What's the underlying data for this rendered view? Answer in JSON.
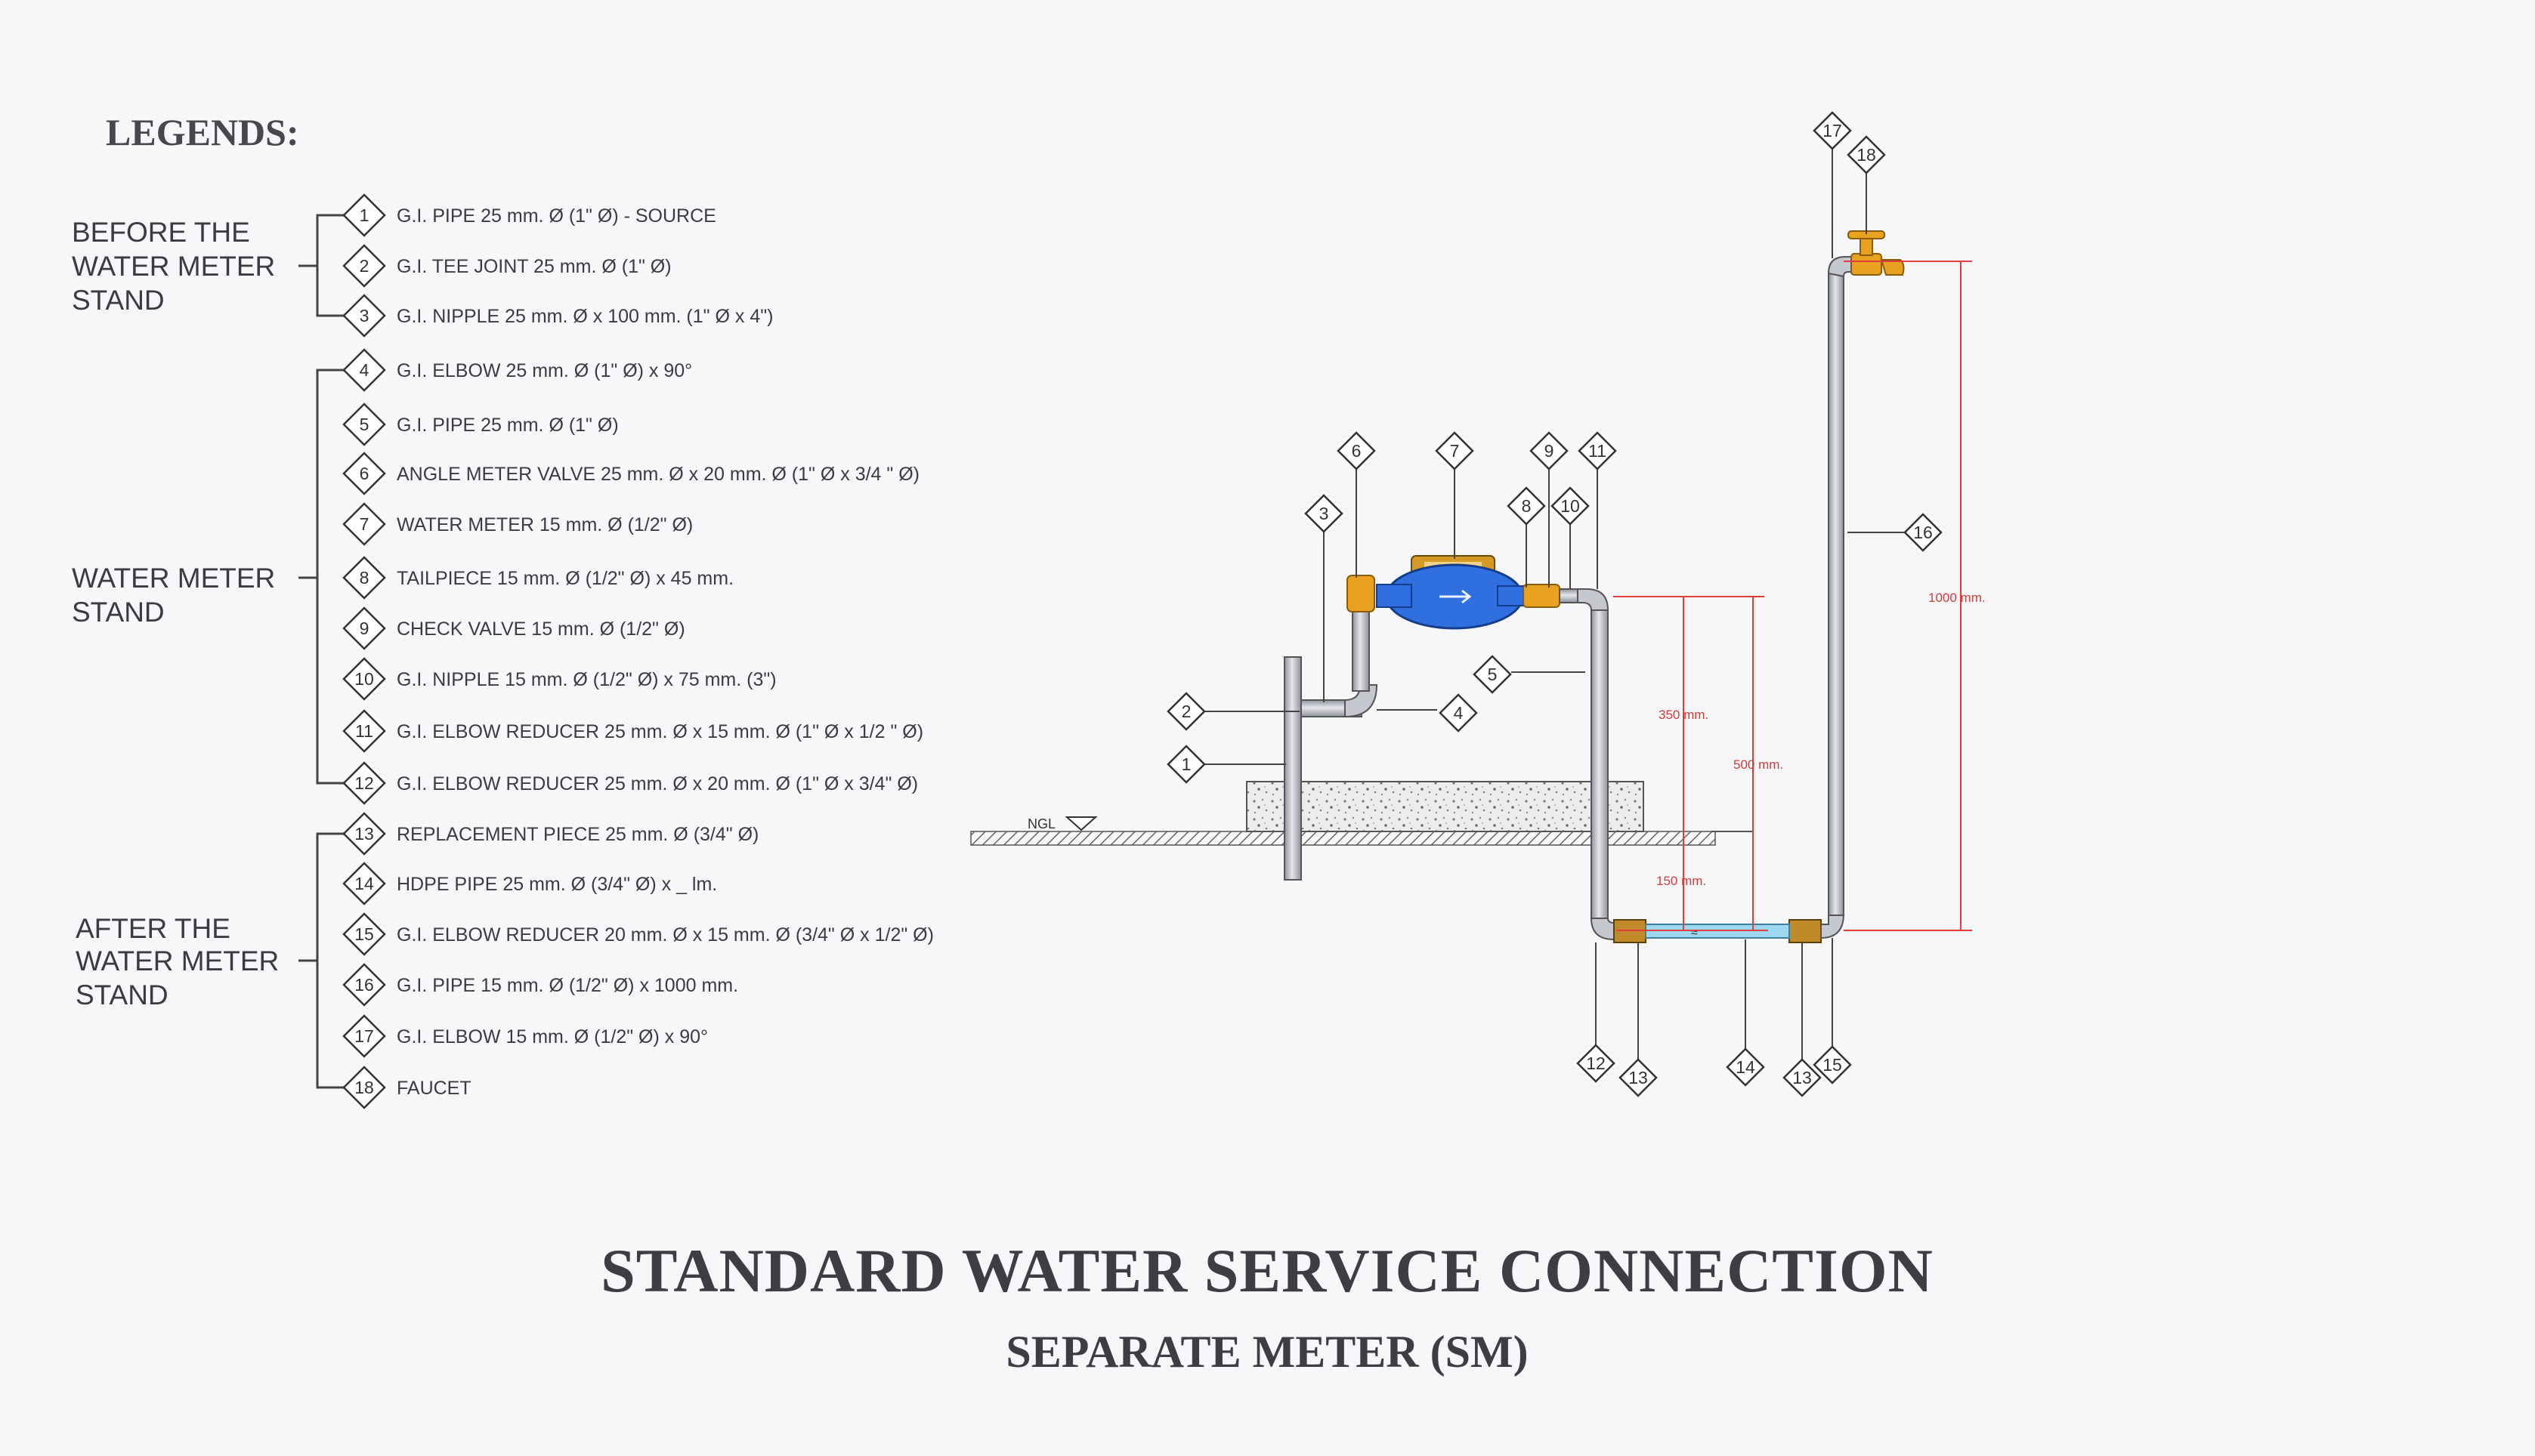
{
  "legend_title": "LEGENDS:",
  "groups": [
    {
      "label_lines": [
        "BEFORE THE",
        "WATER METER",
        "STAND"
      ]
    },
    {
      "label_lines": [
        "WATER METER",
        "STAND"
      ]
    },
    {
      "label_lines": [
        "AFTER THE",
        "WATER METER",
        "STAND"
      ]
    }
  ],
  "items": [
    {
      "num": "1",
      "text": "G.I. PIPE 25 mm. Ø (1\" Ø) - SOURCE"
    },
    {
      "num": "2",
      "text": "G.I. TEE JOINT 25 mm. Ø (1\" Ø)"
    },
    {
      "num": "3",
      "text": "G.I. NIPPLE 25 mm. Ø x 100 mm. (1\" Ø x 4\")"
    },
    {
      "num": "4",
      "text": "G.I. ELBOW 25 mm. Ø (1\" Ø) x 90°"
    },
    {
      "num": "5",
      "text": "G.I. PIPE 25 mm. Ø (1\" Ø)"
    },
    {
      "num": "6",
      "text": "ANGLE METER VALVE 25 mm. Ø x 20 mm. Ø (1\" Ø x 3/4 \" Ø)"
    },
    {
      "num": "7",
      "text": "WATER METER 15 mm. Ø (1/2\" Ø)"
    },
    {
      "num": "8",
      "text": "TAILPIECE 15 mm. Ø (1/2\" Ø) x 45 mm."
    },
    {
      "num": "9",
      "text": "CHECK VALVE 15 mm. Ø (1/2\" Ø)"
    },
    {
      "num": "10",
      "text": "G.I. NIPPLE 15 mm. Ø (1/2\" Ø) x 75 mm. (3\")"
    },
    {
      "num": "11",
      "text": "G.I. ELBOW REDUCER 25 mm. Ø x 15 mm. Ø (1\" Ø x 1/2 \" Ø)"
    },
    {
      "num": "12",
      "text": "G.I. ELBOW REDUCER 25 mm. Ø x 20 mm. Ø (1\" Ø x 3/4\" Ø)"
    },
    {
      "num": "13",
      "text": "REPLACEMENT PIECE 25 mm. Ø (3/4\" Ø)"
    },
    {
      "num": "14",
      "text": "HDPE PIPE 25 mm. Ø (3/4\" Ø) x _ lm."
    },
    {
      "num": "15",
      "text": "G.I. ELBOW REDUCER 20 mm. Ø x 15 mm. Ø (3/4\" Ø x 1/2\" Ø)"
    },
    {
      "num": "16",
      "text": "G.I. PIPE 15 mm. Ø (1/2\" Ø) x 1000 mm."
    },
    {
      "num": "17",
      "text": "G.I. ELBOW 15 mm. Ø (1/2\" Ø) x 90°"
    },
    {
      "num": "18",
      "text": "FAUCET"
    }
  ],
  "diagram": {
    "ngl_label": "NGL",
    "dimensions": {
      "d350": "350 mm.",
      "d500": "500 mm.",
      "d150": "150 mm.",
      "d1000": "1000 mm."
    },
    "callouts": [
      "1",
      "2",
      "3",
      "4",
      "5",
      "6",
      "7",
      "8",
      "9",
      "10",
      "11",
      "12",
      "13",
      "14",
      "13",
      "15",
      "16",
      "17",
      "18"
    ]
  },
  "title": "STANDARD WATER SERVICE CONNECTION",
  "subtitle": "SEPARATE METER (SM)",
  "colors": {
    "pipe": "#b9bcc4",
    "meter": "#2f6fe0",
    "valve": "#e8a21f",
    "hdpe": "#9ed7f0",
    "dimension": "#e23c3c"
  }
}
